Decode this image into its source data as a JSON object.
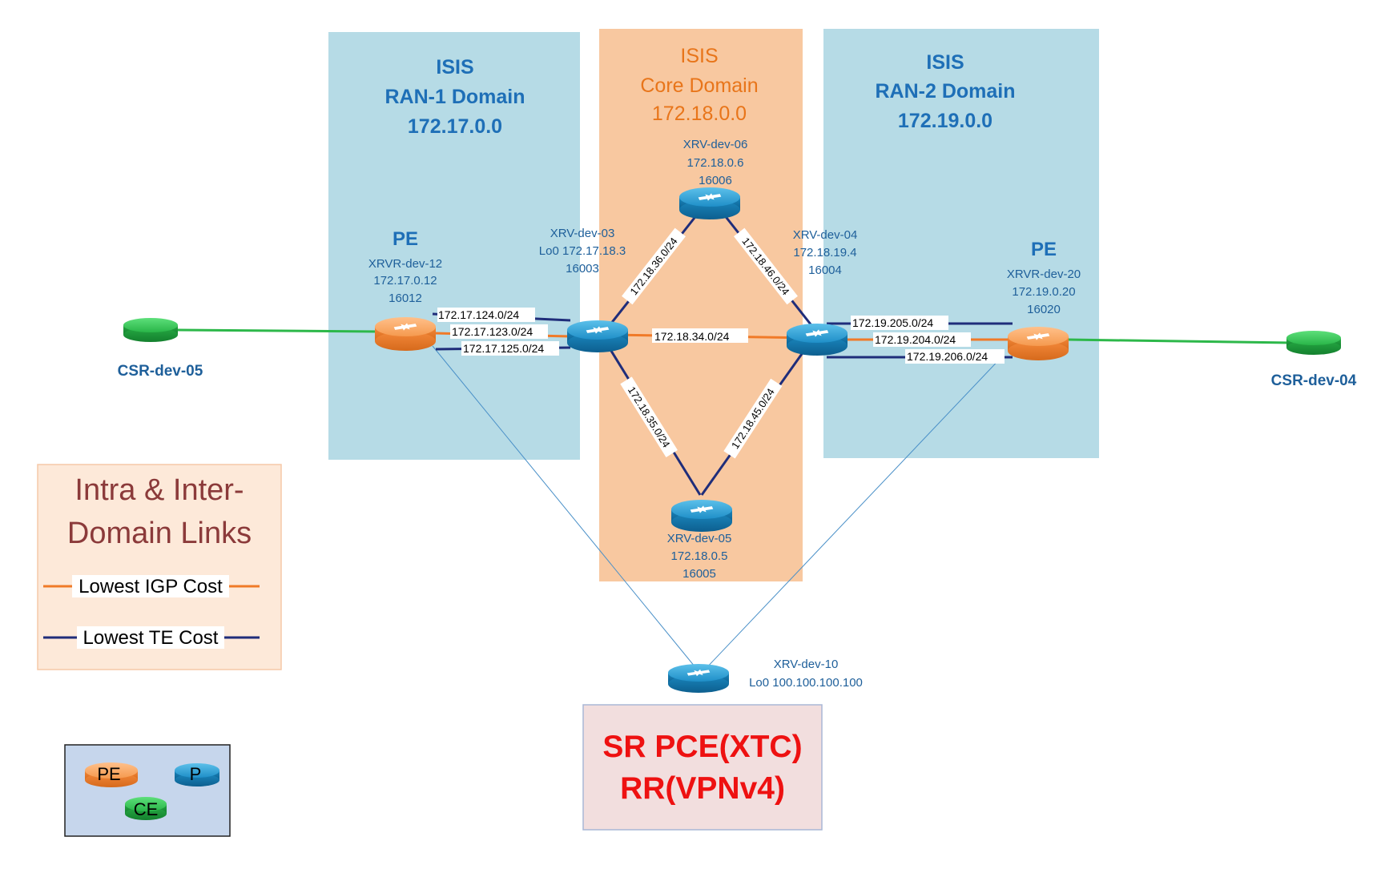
{
  "domains": {
    "ran1": {
      "line1": "ISIS",
      "line2": "RAN-1 Domain",
      "line3": "172.17.0.0"
    },
    "core": {
      "line1": "ISIS",
      "line2": "Core Domain",
      "line3": "172.18.0.0"
    },
    "ran2": {
      "line1": "ISIS",
      "line2": "RAN-2  Domain",
      "line3": "172.19.0.0"
    }
  },
  "nodes": {
    "pe_left": {
      "role": "PE",
      "name": "XRVR-dev-12",
      "ip": "172.17.0.12",
      "sid": "16012"
    },
    "pe_right": {
      "role": "PE",
      "name": "XRVR-dev-20",
      "ip": "172.19.0.20",
      "sid": "16020"
    },
    "xrv03": {
      "name": "XRV-dev-03",
      "ip": "Lo0 172.17.18.3",
      "sid": "16003"
    },
    "xrv04": {
      "name": "XRV-dev-04",
      "ip": "172.18.19.4",
      "sid": "16004"
    },
    "xrv06": {
      "name": "XRV-dev-06",
      "ip": "172.18.0.6",
      "sid": "16006"
    },
    "xrv05": {
      "name": "XRV-dev-05",
      "ip": "172.18.0.5",
      "sid": "16005"
    },
    "xrv10": {
      "name": "XRV-dev-10",
      "ip": "Lo0 100.100.100.100"
    },
    "csr05": {
      "name": "CSR-dev-05"
    },
    "csr04": {
      "name": "CSR-dev-04"
    }
  },
  "links": {
    "l124": "172.17.124.0/24",
    "l123": "172.17.123.0/24",
    "l125": "172.17.125.0/24",
    "l36": "172.18.36.0/24",
    "l46": "172.18.46.0/24",
    "l34": "172.18.34.0/24",
    "l35": "172.18.35.0/24",
    "l45": "172.18.45.0/24",
    "l205": "172.19.205.0/24",
    "l204": "172.19.204.0/24",
    "l206": "172.19.206.0/24"
  },
  "pce": {
    "line1": "SR PCE(XTC)",
    "line2": "RR(VPNv4)"
  },
  "legend": {
    "title1": "Intra & Inter-",
    "title2": "Domain Links",
    "igp": "Lowest IGP Cost",
    "te": "Lowest TE Cost"
  },
  "key": {
    "pe": "PE",
    "p": "P",
    "ce": "CE"
  },
  "colors": {
    "ran_bg": "#b6dbe6",
    "core_bg": "#f8c8a0",
    "igp_line": "#f07a28",
    "te_line": "#1f2d7a",
    "ce_line": "#2db84a",
    "blue_text": "#1e6fb7",
    "orange_text": "#e8751a",
    "pce_red": "#ee1111",
    "legend_title": "#8b3a3a"
  }
}
